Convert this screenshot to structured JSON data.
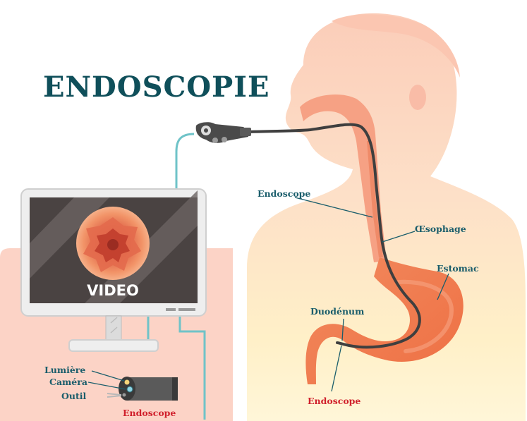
{
  "title": "ENDOSCOPIE",
  "monitor": {
    "screen_text": "VIDEO"
  },
  "labels": {
    "endoscope_top": "Endoscope",
    "oesophage": "Œsophage",
    "estomac": "Estomac",
    "duodenum": "Duodénum",
    "endoscope_tip": "Endoscope"
  },
  "tip_detail": {
    "lumiere": "Lumière",
    "camera": "Caméra",
    "outil": "Outil",
    "caption": "Endoscope"
  },
  "colors": {
    "title": "#0f4f5a",
    "label_teal": "#1a5d6b",
    "label_red": "#d0202c",
    "skin_peach": "#fcd4c2",
    "skin_yellow": "#fff1c4",
    "organ_orange": "#f07c4f",
    "scope_dark": "#3f3f3f"
  },
  "icons": [
    "monitor-icon",
    "endoscope-handle-icon",
    "endoscope-tip-icon"
  ]
}
